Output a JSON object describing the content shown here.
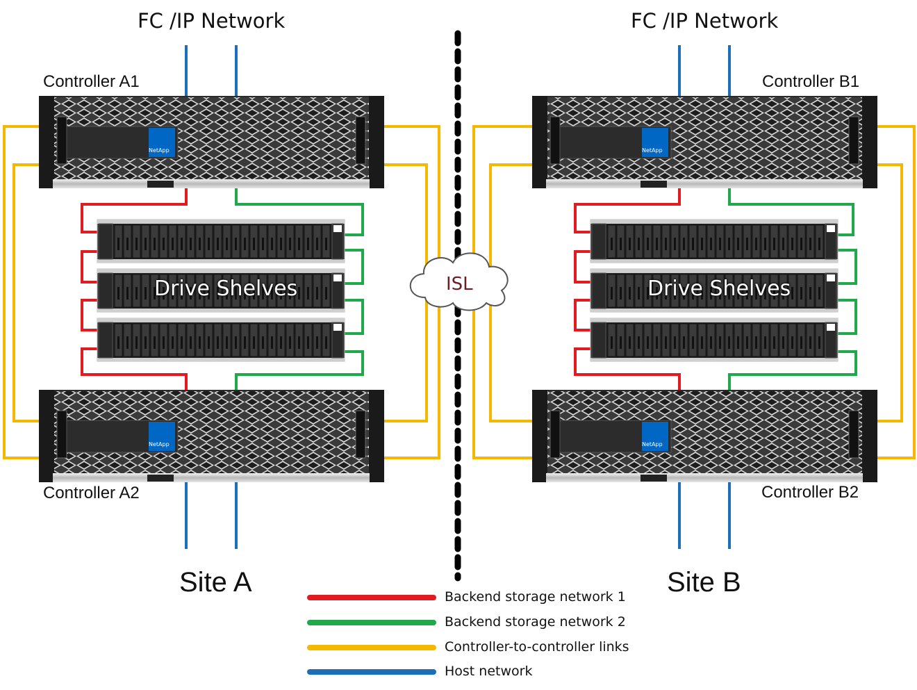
{
  "site_a": {
    "network_title": "FC /IP Network",
    "controller_top": "Controller A1",
    "controller_bottom": "Controller A2",
    "shelves_label": "Drive Shelves",
    "site_label": "Site A"
  },
  "site_b": {
    "network_title": "FC /IP Network",
    "controller_top": "Controller B1",
    "controller_bottom": "Controller B2",
    "shelves_label": "Drive Shelves",
    "site_label": "Site B"
  },
  "controller_badge": "NetApp",
  "isl_label": "ISL",
  "legend": [
    {
      "label": "Backend storage network 1",
      "color": "#e11b22"
    },
    {
      "label": "Backend storage network 2",
      "color": "#1fa94a"
    },
    {
      "label": "Controller-to-controller links",
      "color": "#f5b800"
    },
    {
      "label": "Host network",
      "color": "#1c6fb8"
    }
  ],
  "colors": {
    "backend1": "#e11b22",
    "backend2": "#1fa94a",
    "controller_link": "#f5b800",
    "host": "#1c6fb8",
    "netapp_blue": "#0067c5"
  }
}
